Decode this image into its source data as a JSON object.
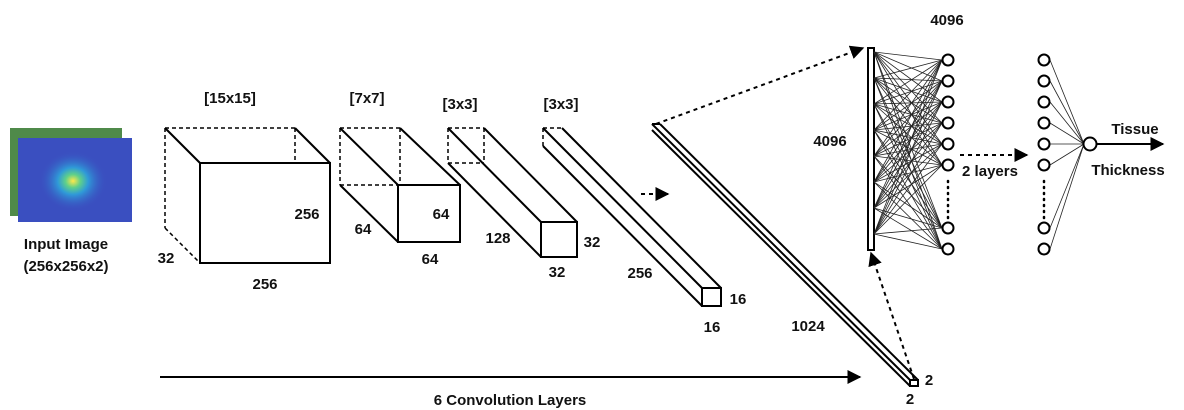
{
  "input_image": {
    "caption_line1": "Input Image",
    "caption_line2": "(256x256x2)",
    "back_color": "#4f8a4a",
    "front_color": "#3a4fc0"
  },
  "conv_blocks": [
    {
      "kernel": "[15x15]",
      "height_label": "256",
      "width_label": "256",
      "depth_label": "32"
    },
    {
      "kernel": "[7x7]",
      "height_label": "64",
      "width_label": "64",
      "depth_label": "64"
    },
    {
      "kernel": "[3x3]",
      "height_label": "32",
      "width_label": "32",
      "depth_label": "128"
    },
    {
      "kernel": "[3x3]",
      "height_label": "16",
      "width_label": "16",
      "depth_label": "256"
    }
  ],
  "flat_vector": {
    "length_label": "1024",
    "dim_a": "2",
    "dim_b": "2"
  },
  "fc": {
    "layer_width_label": "4096",
    "neurons_label": "4096",
    "hidden_label": "2 layers"
  },
  "output": {
    "line1": "Tissue",
    "line2": "Thickness"
  },
  "footer": {
    "arrow_label": "6 Convolution Layers"
  },
  "icons": {
    "continuation": "dotted-arrow-icon",
    "neuron": "circle-node-icon"
  }
}
